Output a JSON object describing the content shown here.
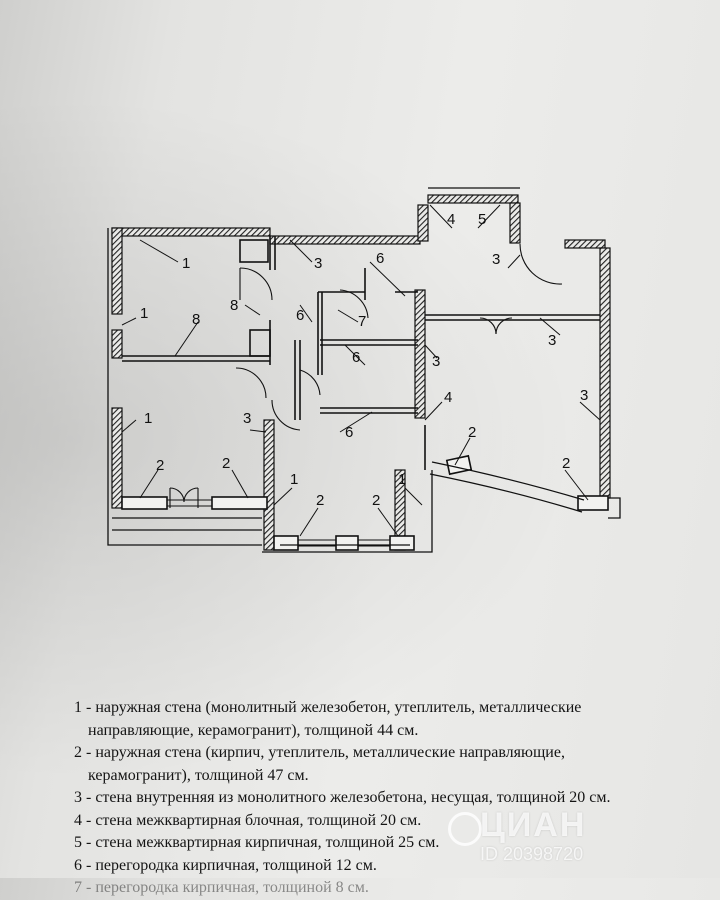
{
  "plan": {
    "wall_labels": [
      "1",
      "3",
      "6",
      "4",
      "5",
      "3",
      "1",
      "8",
      "8",
      "7",
      "6",
      "6",
      "3",
      "1",
      "3",
      "6",
      "4",
      "3",
      "2",
      "2",
      "2",
      "1",
      "2",
      "2",
      "1",
      "2",
      "3"
    ]
  },
  "legend": [
    {
      "num": "1",
      "text": "наружная стена (монолитный железобетон, утеплитель, металлические",
      "cont": "направляющие, керамогранит), толщиной 44 см."
    },
    {
      "num": "2",
      "text": "наружная стена (кирпич, утеплитель, металлические направляющие,",
      "cont": "керамогранит), толщиной 47 см."
    },
    {
      "num": "3",
      "text": "стена внутренняя из монолитного железобетона, несущая, толщиной 20 см."
    },
    {
      "num": "4",
      "text": "стена межквартирная блочная, толщиной 20 см."
    },
    {
      "num": "5",
      "text": "стена межквартирная кирпичная, толщиной 25 см."
    },
    {
      "num": "6",
      "text": "перегородка кирпичная, толщиной 12 см."
    },
    {
      "num": "7",
      "text": "перегородка кирпичная, толщиной 8 см."
    }
  ],
  "watermark": {
    "brand": "ЦИАН",
    "id": "ID 20398720"
  },
  "colors": {
    "ink": "#141414",
    "hatch": "#2a2a2a",
    "paper": "#e8e8e6"
  }
}
